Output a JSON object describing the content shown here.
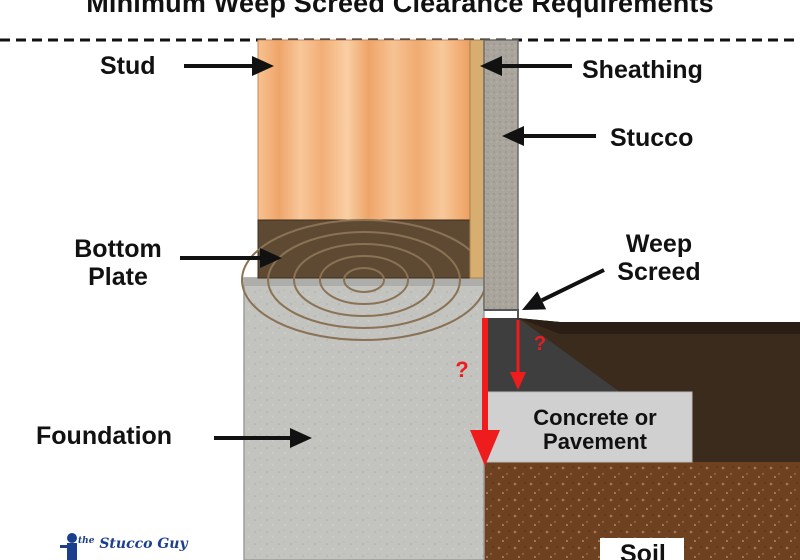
{
  "title": "Minimum Weep Screed Clearance Requirements",
  "labels": {
    "stud": "Stud",
    "sheathing": "Sheathing",
    "stucco": "Stucco",
    "bottom_plate_line1": "Bottom",
    "bottom_plate_line2": "Plate",
    "weep_screed_line1": "Weep",
    "weep_screed_line2": "Screed",
    "foundation": "Foundation",
    "concrete_line1": "Concrete or",
    "concrete_line2": "Pavement",
    "soil": "Soil"
  },
  "clearance_markers": [
    "?",
    "?"
  ],
  "brand": {
    "small_text": "the",
    "name": "Stucco Guy"
  },
  "colors": {
    "arrow_black": "#111111",
    "clearance_red": "#ee1c1c",
    "stud_wood": "#f3b27c",
    "plate_wood": "#5b4a33",
    "sheathing": "#d9b072",
    "stucco": "#a8a49c",
    "foundation": "#bfbfbc",
    "concrete": "#d2d2d2",
    "soil": "#6d4020",
    "dark_grade": "#3a2a1c",
    "brand_blue": "#1b3f8c"
  }
}
